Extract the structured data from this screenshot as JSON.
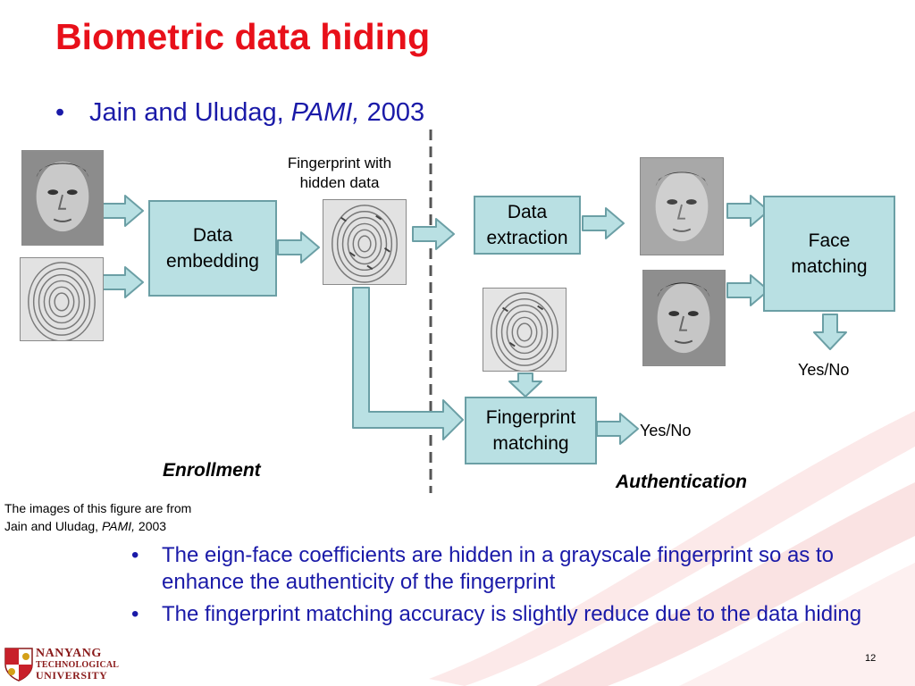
{
  "slide": {
    "title": "Biometric data hiding",
    "citation": {
      "authors": "Jain and Uludag, ",
      "venue": "PAMI,",
      "year": " 2003"
    },
    "page_number": "12"
  },
  "diagram": {
    "fingerprint_hidden_label": [
      "Fingerprint with",
      "hidden data"
    ],
    "boxes": {
      "data_embedding": [
        "Data",
        "embedding"
      ],
      "data_extraction": [
        "Data",
        "extraction"
      ],
      "face_matching": [
        "Face",
        "matching"
      ],
      "fingerprint_matching": [
        "Fingerprint",
        "matching"
      ]
    },
    "yes_no_face": "Yes/No",
    "yes_no_fingerprint": "Yes/No",
    "enrollment_label": "Enrollment",
    "authentication_label": "Authentication"
  },
  "source_note": {
    "line1": "The images of this figure are from",
    "line2_authors": "Jain and Uludag, ",
    "line2_venue": "PAMI,",
    "line2_year": " 2003"
  },
  "bullets": [
    "The eign-face coefficients are hidden in a grayscale fingerprint so as to enhance the authenticity of the fingerprint",
    "The fingerprint matching accuracy is slightly reduce due to the data hiding"
  ],
  "logo": {
    "line1": "NANYANG",
    "line2": "TECHNOLOGICAL",
    "line3": "UNIVERSITY"
  },
  "colors": {
    "title": "#e8101a",
    "body_text": "#1a1aa8",
    "box_fill": "#b9e0e3",
    "box_border": "#6b9fa5",
    "logo": "#8a1a1a"
  }
}
